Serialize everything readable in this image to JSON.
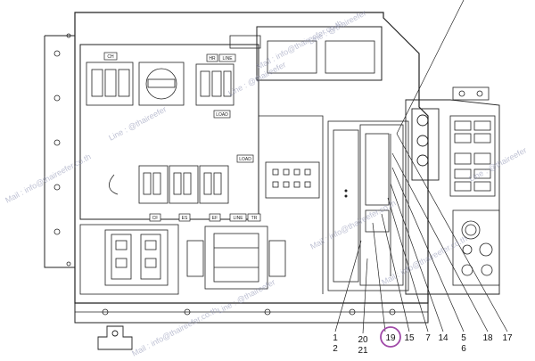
{
  "diagram": {
    "box_labels": {
      "ch": "CH",
      "hr": "HR",
      "line_top": "LINE",
      "load_top": "LOAD",
      "load_mid": "LOAD",
      "cf": "CF",
      "es": "ES",
      "ef": "EF",
      "line_bottom": "LINE",
      "tr": "TR"
    },
    "callouts": [
      "1",
      "2",
      "20",
      "21",
      "19",
      "15",
      "7",
      "14",
      "5",
      "6",
      "18",
      "17"
    ],
    "highlighted_callout": "19",
    "highlight_color": "#a04aa8",
    "watermarks": [
      "Mail : info@thaireefer.co.th",
      "Line : @thaireefer",
      "Mail : info@thaireefer.co.th",
      "Line : @thaireefer",
      "Mail : info@thaireefer.co.th",
      "Line : @thaireefer",
      "Mail : info@thaireefer.co.th",
      "Line : @thaireefer",
      "Mail : info@thaireefer.co.th",
      "Line : @thaireefer"
    ]
  }
}
